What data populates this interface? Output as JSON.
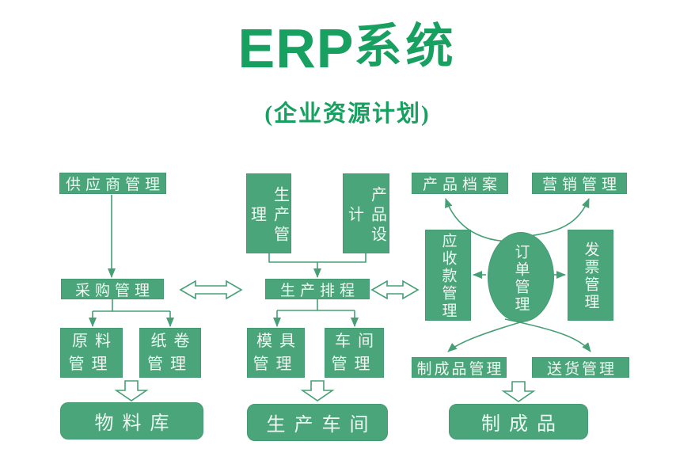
{
  "title": {
    "latin": "ERP",
    "cjk": "系统"
  },
  "subtitle": "(企业资源计划)",
  "colors": {
    "title_green": "#18a061",
    "box_green": "#4aa57a",
    "arrow_green": "#45a075",
    "box_text": "#eef9f2",
    "background": "#ffffff"
  },
  "nodes": {
    "supplier": "供应商管理",
    "purchase": "采购管理",
    "raw_material": "原料\n管理",
    "paper_roll": "纸卷\n管理",
    "material_store": "物料库",
    "production": "生产管理",
    "product_design": "产品设计",
    "scheduling": "生产排程",
    "mold": "模具\n管理",
    "workshop": "车间\n管理",
    "production_workshop": "生产车间",
    "product_archive": "产品档案",
    "marketing": "营销管理",
    "receivables": "应收款管理",
    "order": "订单管理",
    "invoice": "发票管理",
    "finished_goods_mgmt": "制成品管理",
    "delivery": "送货管理",
    "finished_goods": "制成品"
  },
  "connections": [
    {
      "from": "supplier",
      "to": "purchase",
      "style": "solid-arrow"
    },
    {
      "from": "purchase",
      "to": "raw_material",
      "style": "solid-arrow"
    },
    {
      "from": "purchase",
      "to": "paper_roll",
      "style": "solid-arrow"
    },
    {
      "from": "raw_material+paper_roll",
      "to": "material_store",
      "style": "hollow-block-arrow"
    },
    {
      "from": "production",
      "to": "scheduling",
      "style": "solid-arrow"
    },
    {
      "from": "product_design",
      "to": "scheduling",
      "style": "solid-arrow"
    },
    {
      "from": "purchase",
      "to": "scheduling",
      "style": "hollow-double-arrow"
    },
    {
      "from": "scheduling",
      "to": "receivables",
      "style": "hollow-double-arrow"
    },
    {
      "from": "scheduling",
      "to": "mold",
      "style": "solid-arrow"
    },
    {
      "from": "scheduling",
      "to": "workshop",
      "style": "solid-arrow"
    },
    {
      "from": "mold+workshop",
      "to": "production_workshop",
      "style": "hollow-block-arrow"
    },
    {
      "from": "order",
      "to": "product_archive",
      "style": "curved-arrow"
    },
    {
      "from": "order",
      "to": "marketing",
      "style": "curved-arrow"
    },
    {
      "from": "order",
      "to": "receivables",
      "style": "solid-arrow"
    },
    {
      "from": "order",
      "to": "invoice",
      "style": "solid-arrow"
    },
    {
      "from": "order",
      "to": "finished_goods_mgmt",
      "style": "curved-arrow"
    },
    {
      "from": "order",
      "to": "delivery",
      "style": "curved-arrow"
    },
    {
      "from": "finished_goods_mgmt",
      "to": "finished_goods",
      "style": "hollow-block-arrow"
    }
  ]
}
